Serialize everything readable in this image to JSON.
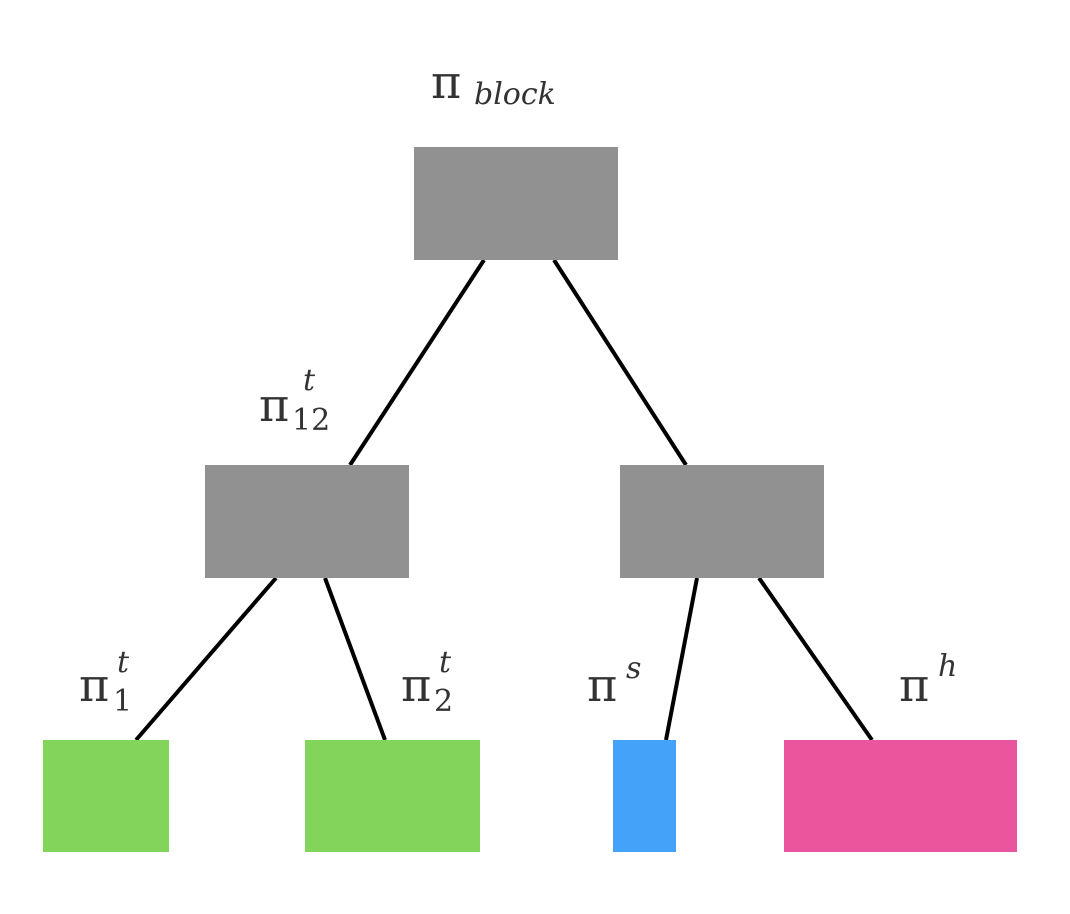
{
  "diagram": {
    "colors": {
      "internal": "#919191",
      "leaf_green": "#83d45a",
      "leaf_blue": "#44a2f8",
      "leaf_pink": "#ea559e",
      "edge": "#000000",
      "label": "#333333"
    },
    "nodes": {
      "root": {
        "label_main": "π",
        "label_sub": "block",
        "label_sup": ""
      },
      "left_internal": {
        "label_main": "π",
        "label_sub": "12",
        "label_sup": "t"
      },
      "right_internal": {
        "label_main": "",
        "label_sub": "",
        "label_sup": ""
      },
      "leaf_1": {
        "label_main": "π",
        "label_sub": "1",
        "label_sup": "t"
      },
      "leaf_2": {
        "label_main": "π",
        "label_sub": "2",
        "label_sup": "t"
      },
      "leaf_s": {
        "label_main": "π",
        "label_sub": "",
        "label_sup": "s"
      },
      "leaf_h": {
        "label_main": "π",
        "label_sub": "",
        "label_sup": "h"
      }
    }
  }
}
